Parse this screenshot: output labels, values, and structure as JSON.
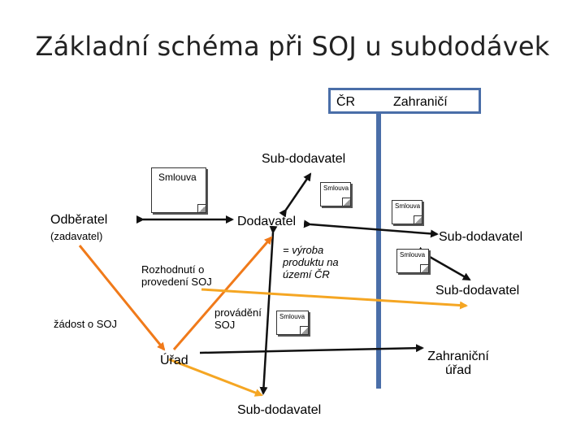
{
  "title": "Základní schéma při SOJ u subdodávek",
  "regions": {
    "cr": "ČR",
    "abroad": "Zahraničí"
  },
  "documents": {
    "contract": "Smlouva"
  },
  "nodes": {
    "customer": "Odběratel",
    "customer_note": "(zadavatel)",
    "supplier": "Dodavatel",
    "subcontractor": "Sub-dodavatel",
    "office": "Úřad",
    "foreign_office": "Zahraniční úřad"
  },
  "notes": {
    "decision": "Rozhodnutí o provedení SOJ",
    "request": "žádost o SOJ",
    "execution": "provádění SOJ",
    "production": "= výroba produktu na území ČR"
  },
  "colors": {
    "orange": "#f07a1a",
    "yellow": "#f5a623",
    "blue": "#4a6ea8",
    "black": "#111111"
  }
}
